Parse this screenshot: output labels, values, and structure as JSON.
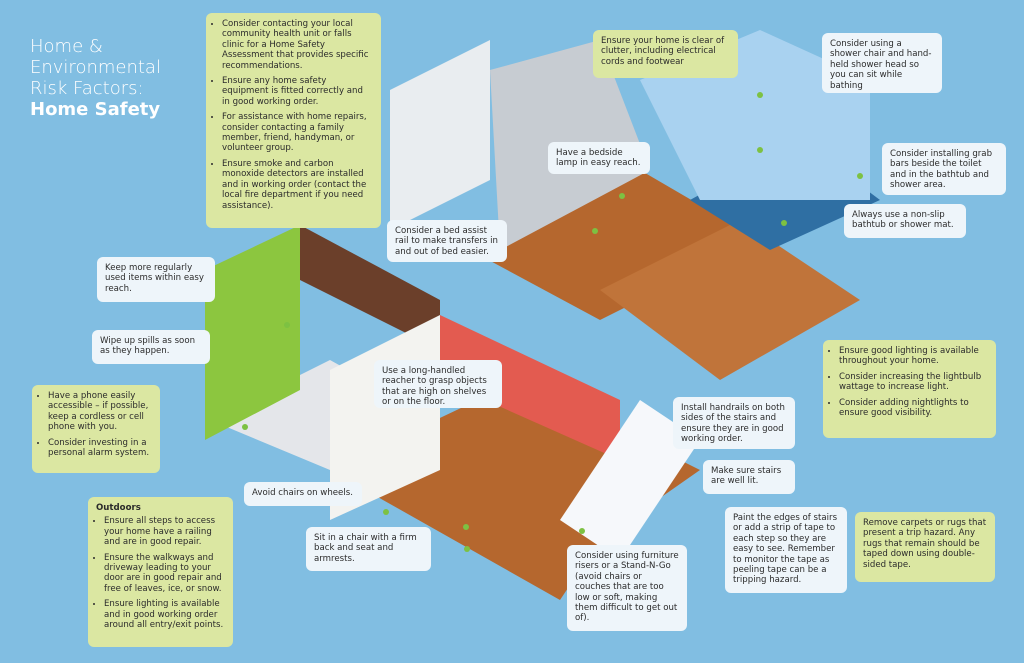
{
  "title": {
    "line1": "Home &",
    "line2": "Environmental",
    "line3": "Risk Factors:",
    "line4": "Home Safety"
  },
  "colors": {
    "background": "#81bee2",
    "tip_white": "#eef5fa",
    "tip_green": "#dbe7a2",
    "marker": "#7dc142"
  },
  "tips": {
    "general": [
      "Consider contacting your local community health unit or falls clinic for a Home Safety Assessment that provides specific recommendations.",
      "Ensure any home safety equipment is fitted correctly and in good working order.",
      "For assistance with home repairs, consider contacting a family member, friend, handyman, or volunteer group.",
      "Ensure smoke and carbon monoxide detectors are installed and in working order (contact the local fire department if you need assistance)."
    ],
    "clutter": "Ensure your home is clear of clutter, including electrical cords and footwear",
    "shower_chair": "Consider using a shower chair and hand-held shower head so you can sit while bathing",
    "grab_bars": "Consider installing grab bars beside the toilet and in the bathtub and shower area.",
    "non_slip": "Always use a non-slip bathtub or shower mat.",
    "bedside_lamp": "Have a bedside lamp in easy reach.",
    "bed_rail": "Consider a bed assist rail to make transfers in and out of bed easier.",
    "reach": "Keep more regularly used items within easy reach.",
    "spills": "Wipe up spills as soon as they happen.",
    "phone": [
      "Have a phone easily accessible – if possible, keep a cordless or cell phone with you.",
      "Consider investing in a personal alarm system."
    ],
    "reacher": "Use a long-handled reacher to grasp objects that are high on shelves or on the floor.",
    "lighting": [
      "Ensure good lighting is available throughout your home.",
      "Consider increasing the lightbulb wattage to increase light.",
      "Consider adding nightlights to ensure good visibility."
    ],
    "handrails": "Install handrails on both sides of the stairs and ensure they are in good working order.",
    "stairs_lit": "Make sure stairs are well lit.",
    "wheels": "Avoid chairs on wheels.",
    "outdoors": {
      "heading": "Outdoors",
      "items": [
        "Ensure all steps to access your home have a railing and are in good repair.",
        "Ensure the walkways and driveway leading to your door are in good repair and free of leaves, ice, or snow.",
        "Ensure lighting is available and in good working order around all entry/exit points."
      ]
    },
    "firm_chair": "Sit in a chair with a firm back and seat and armrests.",
    "risers": "Consider using furniture risers or a Stand-N-Go (avoid chairs or couches that are too low or soft, making them difficult to get out of).",
    "paint_edges": "Paint the edges of stairs or add a strip of tape to each step so they are easy to see. Remember to monitor the tape as peeling tape can be a tripping hazard.",
    "carpets": "Remove carpets or rugs that present a trip hazard. Any rugs that remain should be taped down using double-sided tape."
  }
}
